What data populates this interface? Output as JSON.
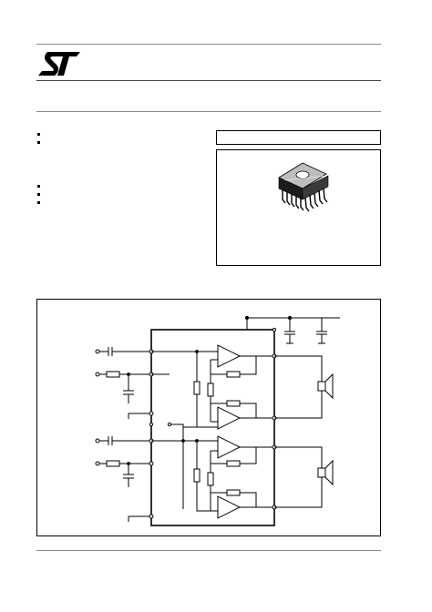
{
  "header": {
    "logo_alt": "ST logo"
  },
  "package": {
    "caption": ""
  },
  "features": {
    "left_text": "",
    "bullet_count_top": 2,
    "bullet_count_bottom": 3
  },
  "colors": {
    "rule": "#8a8a8a",
    "border": "#000000"
  },
  "icons": {
    "logo": "st-logo-icon",
    "chip": "chip-package-icon",
    "schematic": "amplifier-schematic"
  }
}
